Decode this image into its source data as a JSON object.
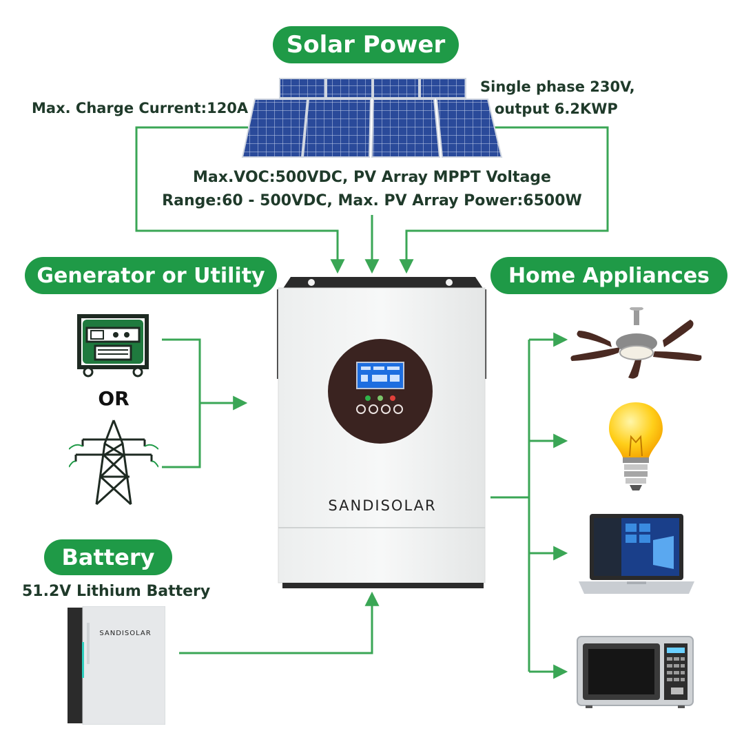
{
  "labels": {
    "solar_power": "Solar Power",
    "generator_or_utility": "Generator or Utility",
    "home_appliances": "Home Appliances",
    "battery": "Battery",
    "or": "OR",
    "max_charge_current": "Max. Charge Current:120A",
    "single_phase_line1": "Single phase 230V,",
    "single_phase_line2": "output 6.2KWP",
    "pv_spec_line1": "Max.VOC:500VDC, PV Array MPPT Voltage",
    "pv_spec_line2": "Range:60 - 500VDC, Max. PV Array Power:6500W",
    "battery_spec": "51.2V Lithium Battery"
  },
  "brand": {
    "inverter_logo": "SANDISOLAR",
    "battery_logo": "SANDISOLAR"
  },
  "colors": {
    "accent_green": "#1f9a47",
    "wire_green": "#3aa655",
    "text_dark": "#1f3a2a"
  },
  "icons": [
    "solar-panel-icon",
    "generator-icon",
    "power-tower-icon",
    "inverter-icon",
    "battery-icon",
    "ceiling-fan-icon",
    "light-bulb-icon",
    "laptop-icon",
    "microwave-icon"
  ]
}
